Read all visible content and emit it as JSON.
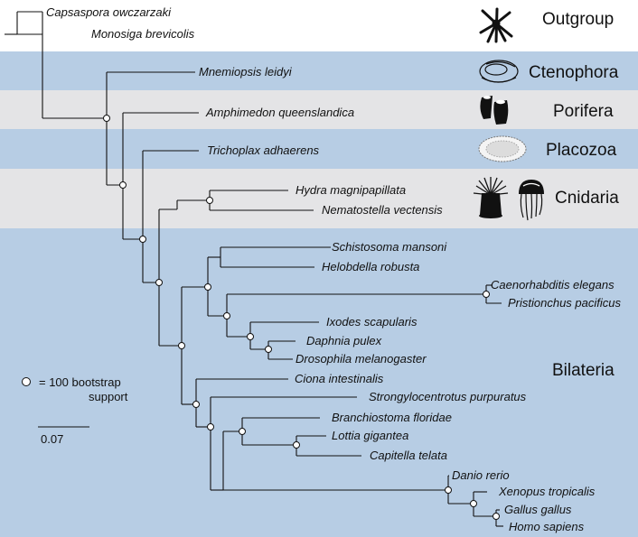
{
  "taxa": [
    "Capsaspora owczarzaki",
    "Monosiga brevicolis",
    "Mnemiopsis leidyi",
    "Amphimedon queenslandica",
    "Trichoplax adhaerens",
    "Hydra magnipapillata",
    "Nematostella vectensis",
    "Schistosoma mansoni",
    "Helobdella robusta",
    "Caenorhabditis elegans",
    "Pristionchus pacificus",
    "Ixodes scapularis",
    "Daphnia pulex",
    "Drosophila melanogaster",
    "Ciona intestinalis",
    "Strongylocentrotus purpuratus",
    "Branchiostoma floridae",
    "Lottia gigantea",
    "Capitella telata",
    "Danio rerio",
    "Xenopus tropicalis",
    "Gallus gallus",
    "Homo sapiens"
  ],
  "groups": [
    "Outgroup",
    "Ctenophora",
    "Porifera",
    "Placozoa",
    "Cnidaria",
    "Bilateria"
  ],
  "legend": {
    "node_label": "= 100 bootstrap",
    "node_label_2": "support",
    "scale": "0.07"
  },
  "colors": {
    "band_light": "#e4e4e6",
    "band_blue": "#b7cde4",
    "line": "#111111"
  },
  "icons": [
    "outgroup-silhouette-icon",
    "ctenophore-icon",
    "sponge-icon",
    "placozoan-icon",
    "sea-anemone-icon",
    "jellyfish-icon"
  ]
}
